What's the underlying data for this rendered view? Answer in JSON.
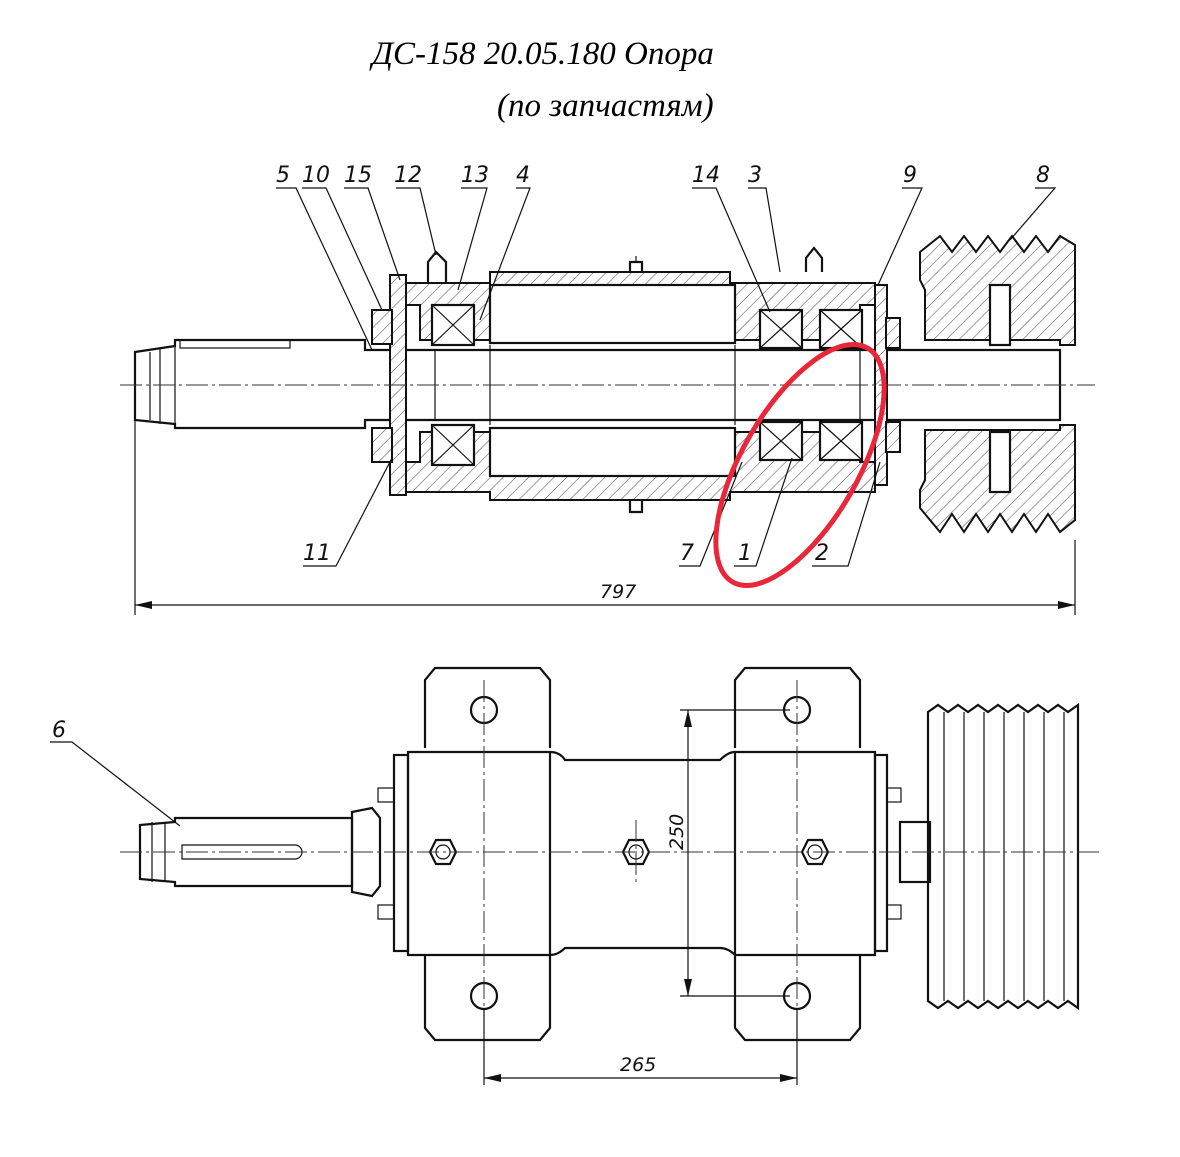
{
  "drawing": {
    "title": "ДС-158 20.05.180 Опора",
    "subtitle": "(по запчастям)"
  },
  "callouts": {
    "p5": "5",
    "p10": "10",
    "p15": "15",
    "p12": "12",
    "p13": "13",
    "p4": "4",
    "p14": "14",
    "p3": "3",
    "p9": "9",
    "p8": "8",
    "p11": "11",
    "p7": "7",
    "p1": "1",
    "p2": "2",
    "p6": "6"
  },
  "dimensions": {
    "overall_length": "797",
    "vertical_span": "250",
    "horizontal_span": "265"
  },
  "highlight": {
    "color": "#e8283a"
  }
}
